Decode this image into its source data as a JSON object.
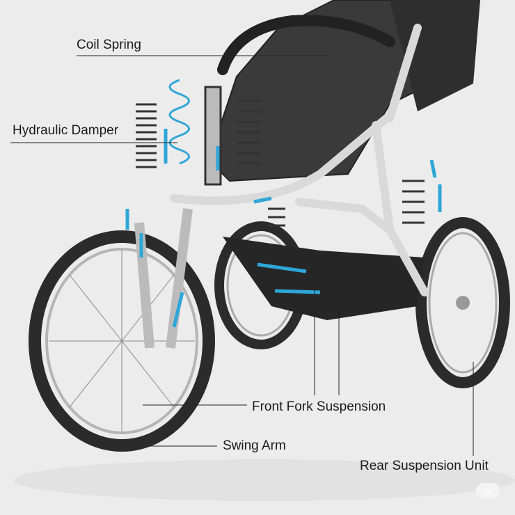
{
  "labels": {
    "coil_spring": "Coil Spring",
    "hydraulic_damper": "Hydraulic Damper",
    "front_fork_suspension": "Front Fork Suspension",
    "swing_arm": "Swing Arm",
    "rear_suspension_unit": "Rear Suspension Unit"
  },
  "watermark": "ai",
  "colors": {
    "arrow": "#2fa6d8",
    "frame": "#d9d9d9",
    "tire": "#2b2b2b",
    "fabric": "#3a3a3a"
  }
}
